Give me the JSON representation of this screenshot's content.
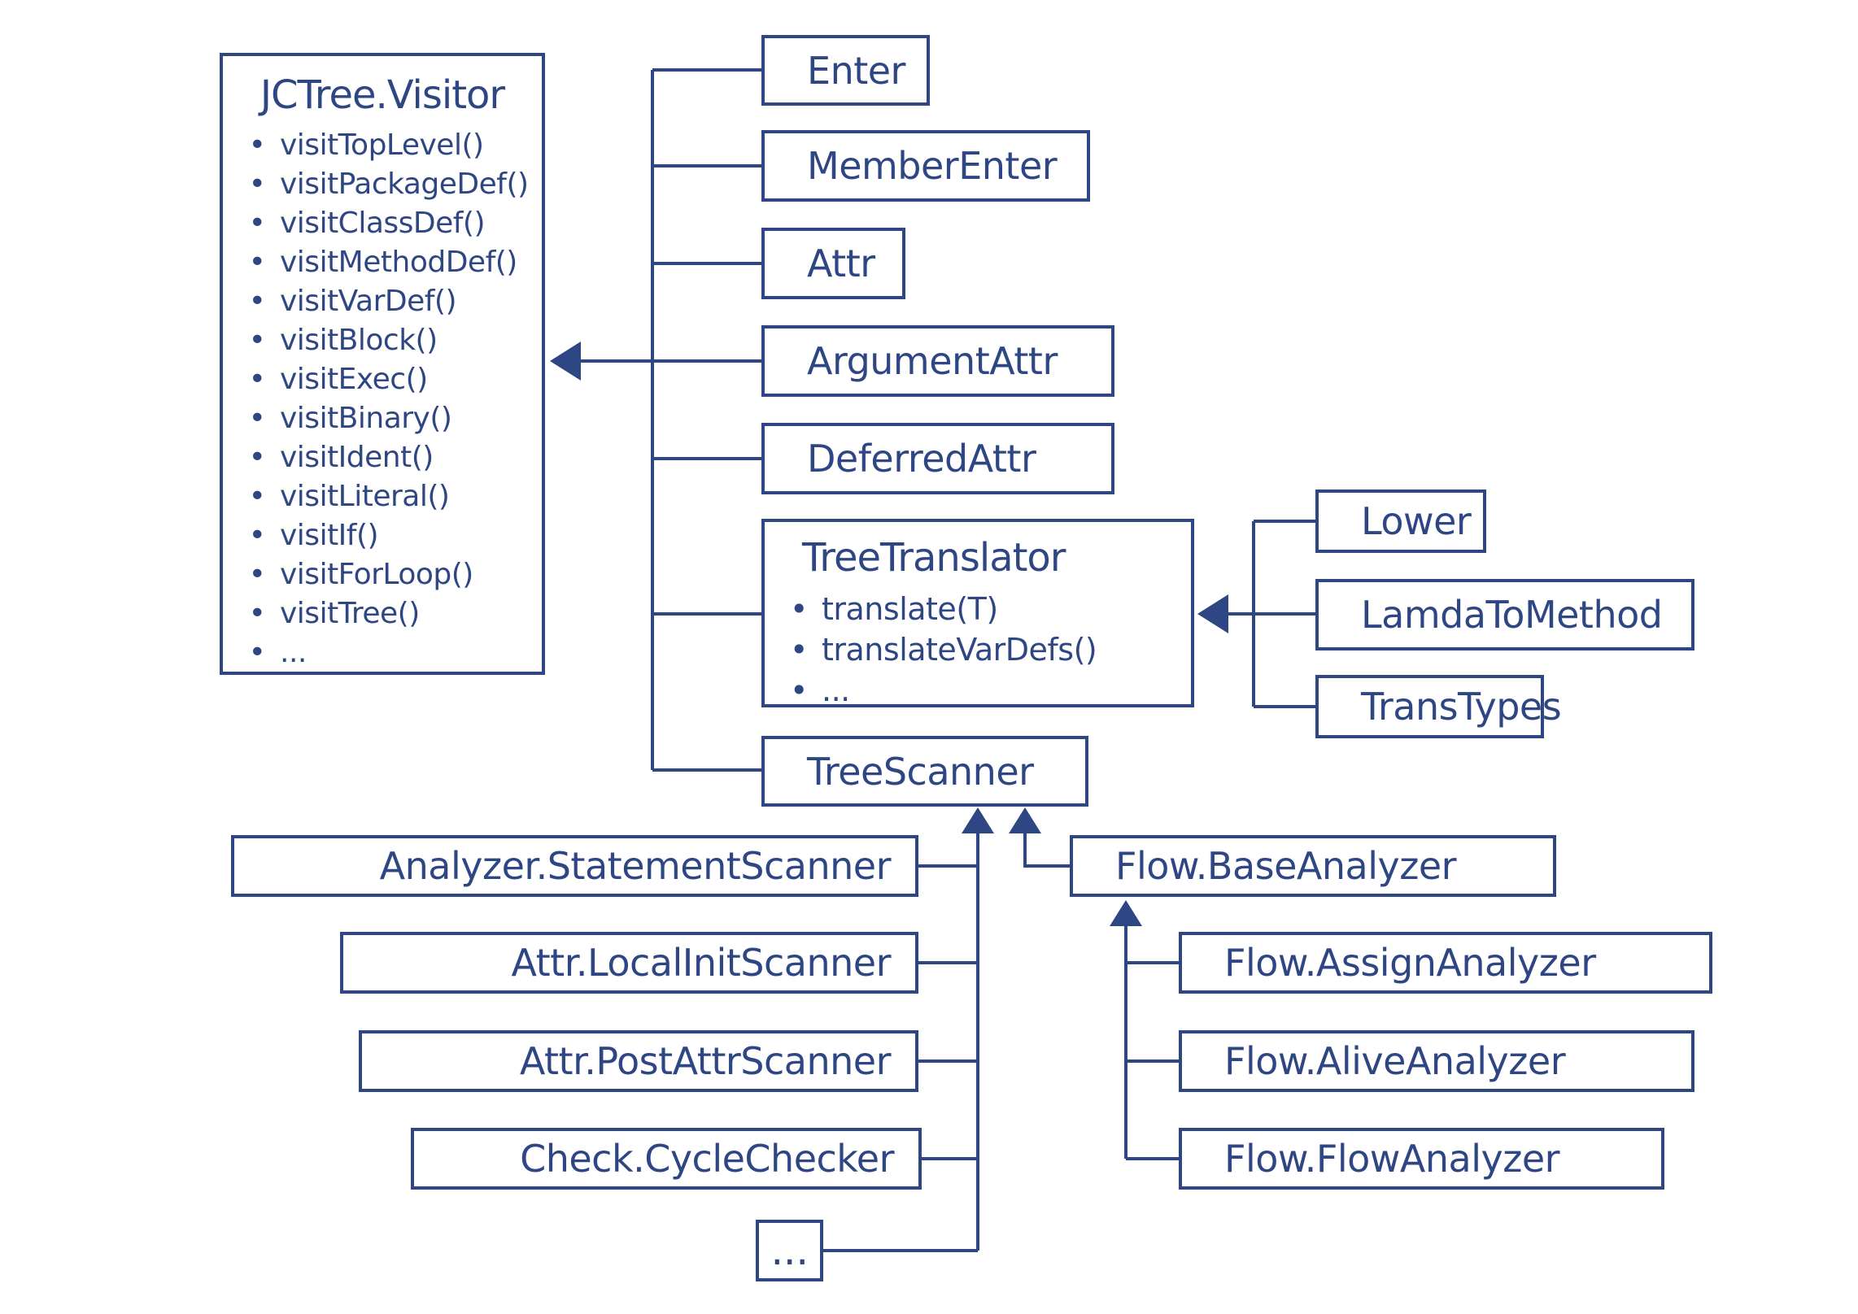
{
  "colors": {
    "ink": "#2e4683",
    "paper": "#ffffff"
  },
  "visitor": {
    "title": "JCTree.Visitor",
    "methods": [
      "visitTopLevel()",
      "visitPackageDef()",
      "visitClassDef()",
      "visitMethodDef()",
      "visitVarDef()",
      "visitBlock()",
      "visitExec()",
      "visitBinary()",
      "visitIdent()",
      "visitLiteral()",
      "visitIf()",
      "visitForLoop()",
      "visitTree()",
      "..."
    ]
  },
  "subclasses": {
    "enter": "Enter",
    "member_enter": "MemberEnter",
    "attr": "Attr",
    "argument_attr": "ArgumentAttr",
    "deferred_attr": "DeferredAttr",
    "tree_scanner": "TreeScanner"
  },
  "tree_translator": {
    "title": "TreeTranslator",
    "methods": [
      "translate(T)",
      "translateVarDefs()",
      "..."
    ]
  },
  "translators": {
    "lower": "Lower",
    "lamda_to_method": "LamdaToMethod",
    "trans_types": "TransTypes"
  },
  "scanners": {
    "statement_scanner": "Analyzer.StatementScanner",
    "local_init_scanner": "Attr.LocalInitScanner",
    "post_attr_scanner": "Attr.PostAttrScanner",
    "cycle_checker": "Check.CycleChecker",
    "ellipsis": "..."
  },
  "flow": {
    "base": "Flow.BaseAnalyzer",
    "assign": "Flow.AssignAnalyzer",
    "alive": "Flow.AliveAnalyzer",
    "flow": "Flow.FlowAnalyzer"
  }
}
